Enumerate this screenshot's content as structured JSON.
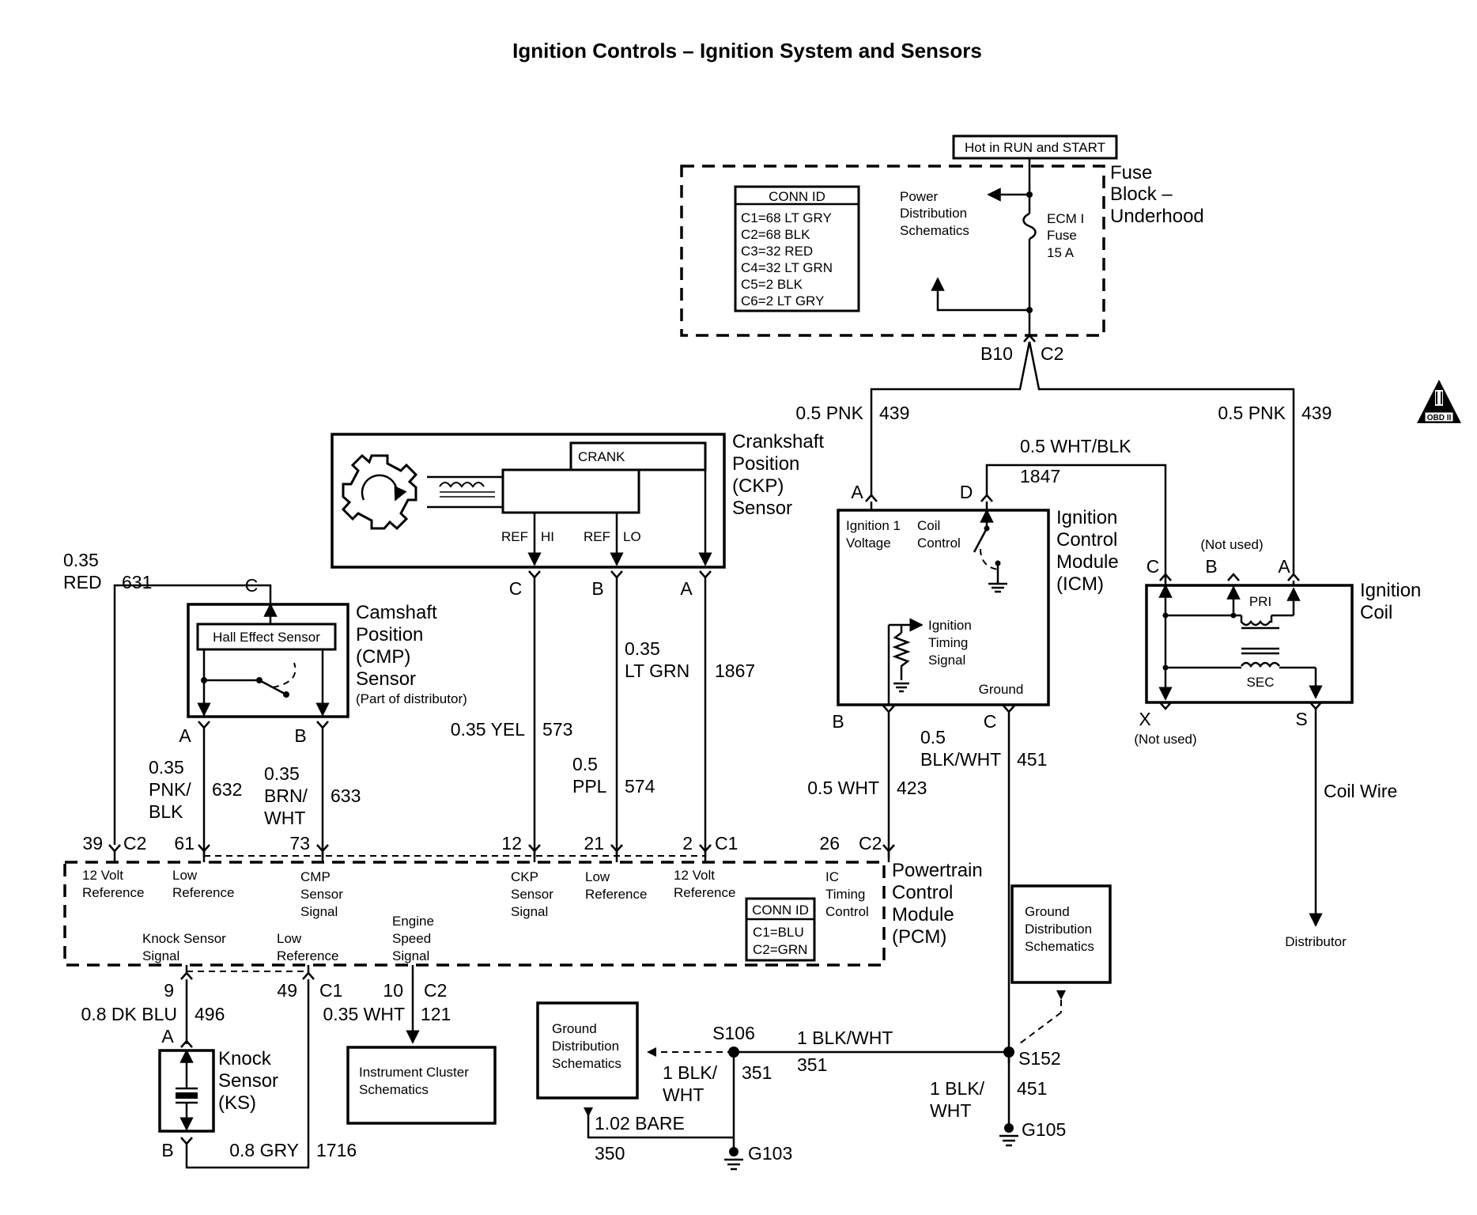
{
  "title": "Ignition Controls – Ignition System and Sensors",
  "badge": {
    "label": "OBD II"
  },
  "hot_label": "Hot in RUN and START",
  "fuse_block": {
    "name_lines": [
      "Fuse",
      "Block –",
      "Underhood"
    ],
    "conn_id_header": "CONN ID",
    "conn_ids": [
      "C1=68 LT GRY",
      "C2=68 BLK",
      "C3=32 RED",
      "C4=32 LT GRN",
      "C5=2 BLK",
      "C6=2 LT GRY"
    ],
    "pds_lines": [
      "Power",
      "Distribution",
      "Schematics"
    ],
    "fuse_lines": [
      "ECM I",
      "Fuse",
      "15 A"
    ],
    "pin": "B10",
    "conn": "C2"
  },
  "ckp": {
    "name_lines": [
      "Crankshaft",
      "Position",
      "(CKP)",
      "Sensor"
    ],
    "crank_label": "CRANK",
    "ref_hi": "REF",
    "hi": "HI",
    "ref_lo": "REF",
    "lo": "LO",
    "pin_c": "C",
    "pin_b": "B",
    "pin_a": "A"
  },
  "cmp": {
    "name_lines": [
      "Camshaft",
      "Position",
      "(CMP)",
      "Sensor"
    ],
    "note": "(Part of distributor)",
    "hall": "Hall Effect Sensor",
    "pin_c": "C",
    "pin_a": "A",
    "pin_b": "B"
  },
  "icm": {
    "name_lines": [
      "Ignition",
      "Control",
      "Module",
      "(ICM)"
    ],
    "ign_lines": [
      "Ignition 1",
      "Voltage"
    ],
    "coil_lines": [
      "Coil",
      "Control"
    ],
    "timing_lines": [
      "Ignition",
      "Timing",
      "Signal"
    ],
    "ground": "Ground",
    "pin_a": "A",
    "pin_d": "D",
    "pin_b": "B",
    "pin_c": "C"
  },
  "coil": {
    "name_lines": [
      "Ignition",
      "Coil"
    ],
    "not_used": "(Not used)",
    "not_used2": "(Not used)",
    "pri": "PRI",
    "sec": "SEC",
    "pin_c": "C",
    "pin_b": "B",
    "pin_a": "A",
    "pin_x": "X",
    "pin_s": "S",
    "coil_wire": "Coil Wire",
    "distributor": "Distributor"
  },
  "pcm": {
    "name_lines": [
      "Powertrain",
      "Control",
      "Module",
      "(PCM)"
    ],
    "conn_id_header": "CONN ID",
    "conn_ids": [
      "C1=BLU",
      "C2=GRN"
    ],
    "pins_top": [
      {
        "pin": "39",
        "conn": "C2"
      },
      {
        "pin": "61"
      },
      {
        "pin": "73"
      },
      {
        "pin": "12"
      },
      {
        "pin": "21"
      },
      {
        "pin": "2",
        "conn": "C1"
      },
      {
        "pin": "26",
        "conn": "C2"
      }
    ],
    "pins_bottom": [
      {
        "pin": "9"
      },
      {
        "pin": "49",
        "conn": "C1"
      },
      {
        "pin": "10",
        "conn": "C2"
      }
    ],
    "labels": {
      "ref12": [
        "12 Volt",
        "Reference"
      ],
      "low_ref1": [
        "Low",
        "Reference"
      ],
      "cmp_sig": [
        "CMP",
        "Sensor",
        "Signal"
      ],
      "ckp_sig": [
        "CKP",
        "Sensor",
        "Signal"
      ],
      "low_ref2": [
        "Low",
        "Reference"
      ],
      "ref12b": [
        "12 Volt",
        "Reference"
      ],
      "ic": [
        "IC",
        "Timing",
        "Control"
      ],
      "knock": [
        "Knock Sensor",
        "Signal"
      ],
      "low_ref3": [
        "Low",
        "Reference"
      ],
      "engine": [
        "Engine",
        "Speed",
        "Signal"
      ]
    }
  },
  "knock": {
    "name_lines": [
      "Knock",
      "Sensor",
      "(KS)"
    ],
    "pin_a": "A",
    "pin_b": "B"
  },
  "instrument": [
    "Instrument Cluster",
    "Schematics"
  ],
  "gds1": [
    "Ground",
    "Distribution",
    "Schematics"
  ],
  "gds2": [
    "Ground",
    "Distribution",
    "Schematics"
  ],
  "wires": {
    "pnk_left": {
      "gauge": "0.5 PNK",
      "circuit": "439"
    },
    "pnk_right": {
      "gauge": "0.5 PNK",
      "circuit": "439"
    },
    "wht_blk": {
      "gauge": "0.5 WHT/BLK",
      "circuit": "1847"
    },
    "red": {
      "gauge_lines": [
        "0.35",
        "RED"
      ],
      "circuit": "631"
    },
    "pnk_blk": {
      "gauge_lines": [
        "0.35",
        "PNK/",
        "BLK"
      ],
      "circuit": "632"
    },
    "brn_wht": {
      "gauge_lines": [
        "0.35",
        "BRN/",
        "WHT"
      ],
      "circuit": "633"
    },
    "yel": {
      "gauge": "0.35 YEL",
      "circuit": "573"
    },
    "ppl": {
      "gauge_lines": [
        "0.5",
        "PPL"
      ],
      "circuit": "574"
    },
    "lt_grn": {
      "gauge_lines": [
        "0.35",
        "LT GRN"
      ],
      "circuit": "1867"
    },
    "wht": {
      "gauge": "0.5 WHT",
      "circuit": "423"
    },
    "blk_wht": {
      "gauge_lines": [
        "0.5",
        "BLK/WHT"
      ],
      "circuit": "451"
    },
    "dk_blu": {
      "gauge": "0.8 DK BLU",
      "circuit": "496"
    },
    "gry": {
      "gauge": "0.8 GRY",
      "circuit": "1716"
    },
    "wht2": {
      "gauge": "0.35 WHT",
      "circuit": "121"
    },
    "blk_wht_h": {
      "gauge": "1 BLK/WHT",
      "circuit": "351"
    },
    "blk_wht_s106": {
      "gauge_lines": [
        "1 BLK/",
        "WHT"
      ],
      "circuit": "351"
    },
    "blk_wht_s152": {
      "gauge_lines": [
        "1 BLK/",
        "WHT"
      ],
      "circuit": "451"
    },
    "bare": {
      "gauge": "1.02 BARE",
      "circuit": "350"
    }
  },
  "splices": {
    "s106": "S106",
    "s152": "S152"
  },
  "grounds": {
    "g103": "G103",
    "g105": "G105"
  }
}
